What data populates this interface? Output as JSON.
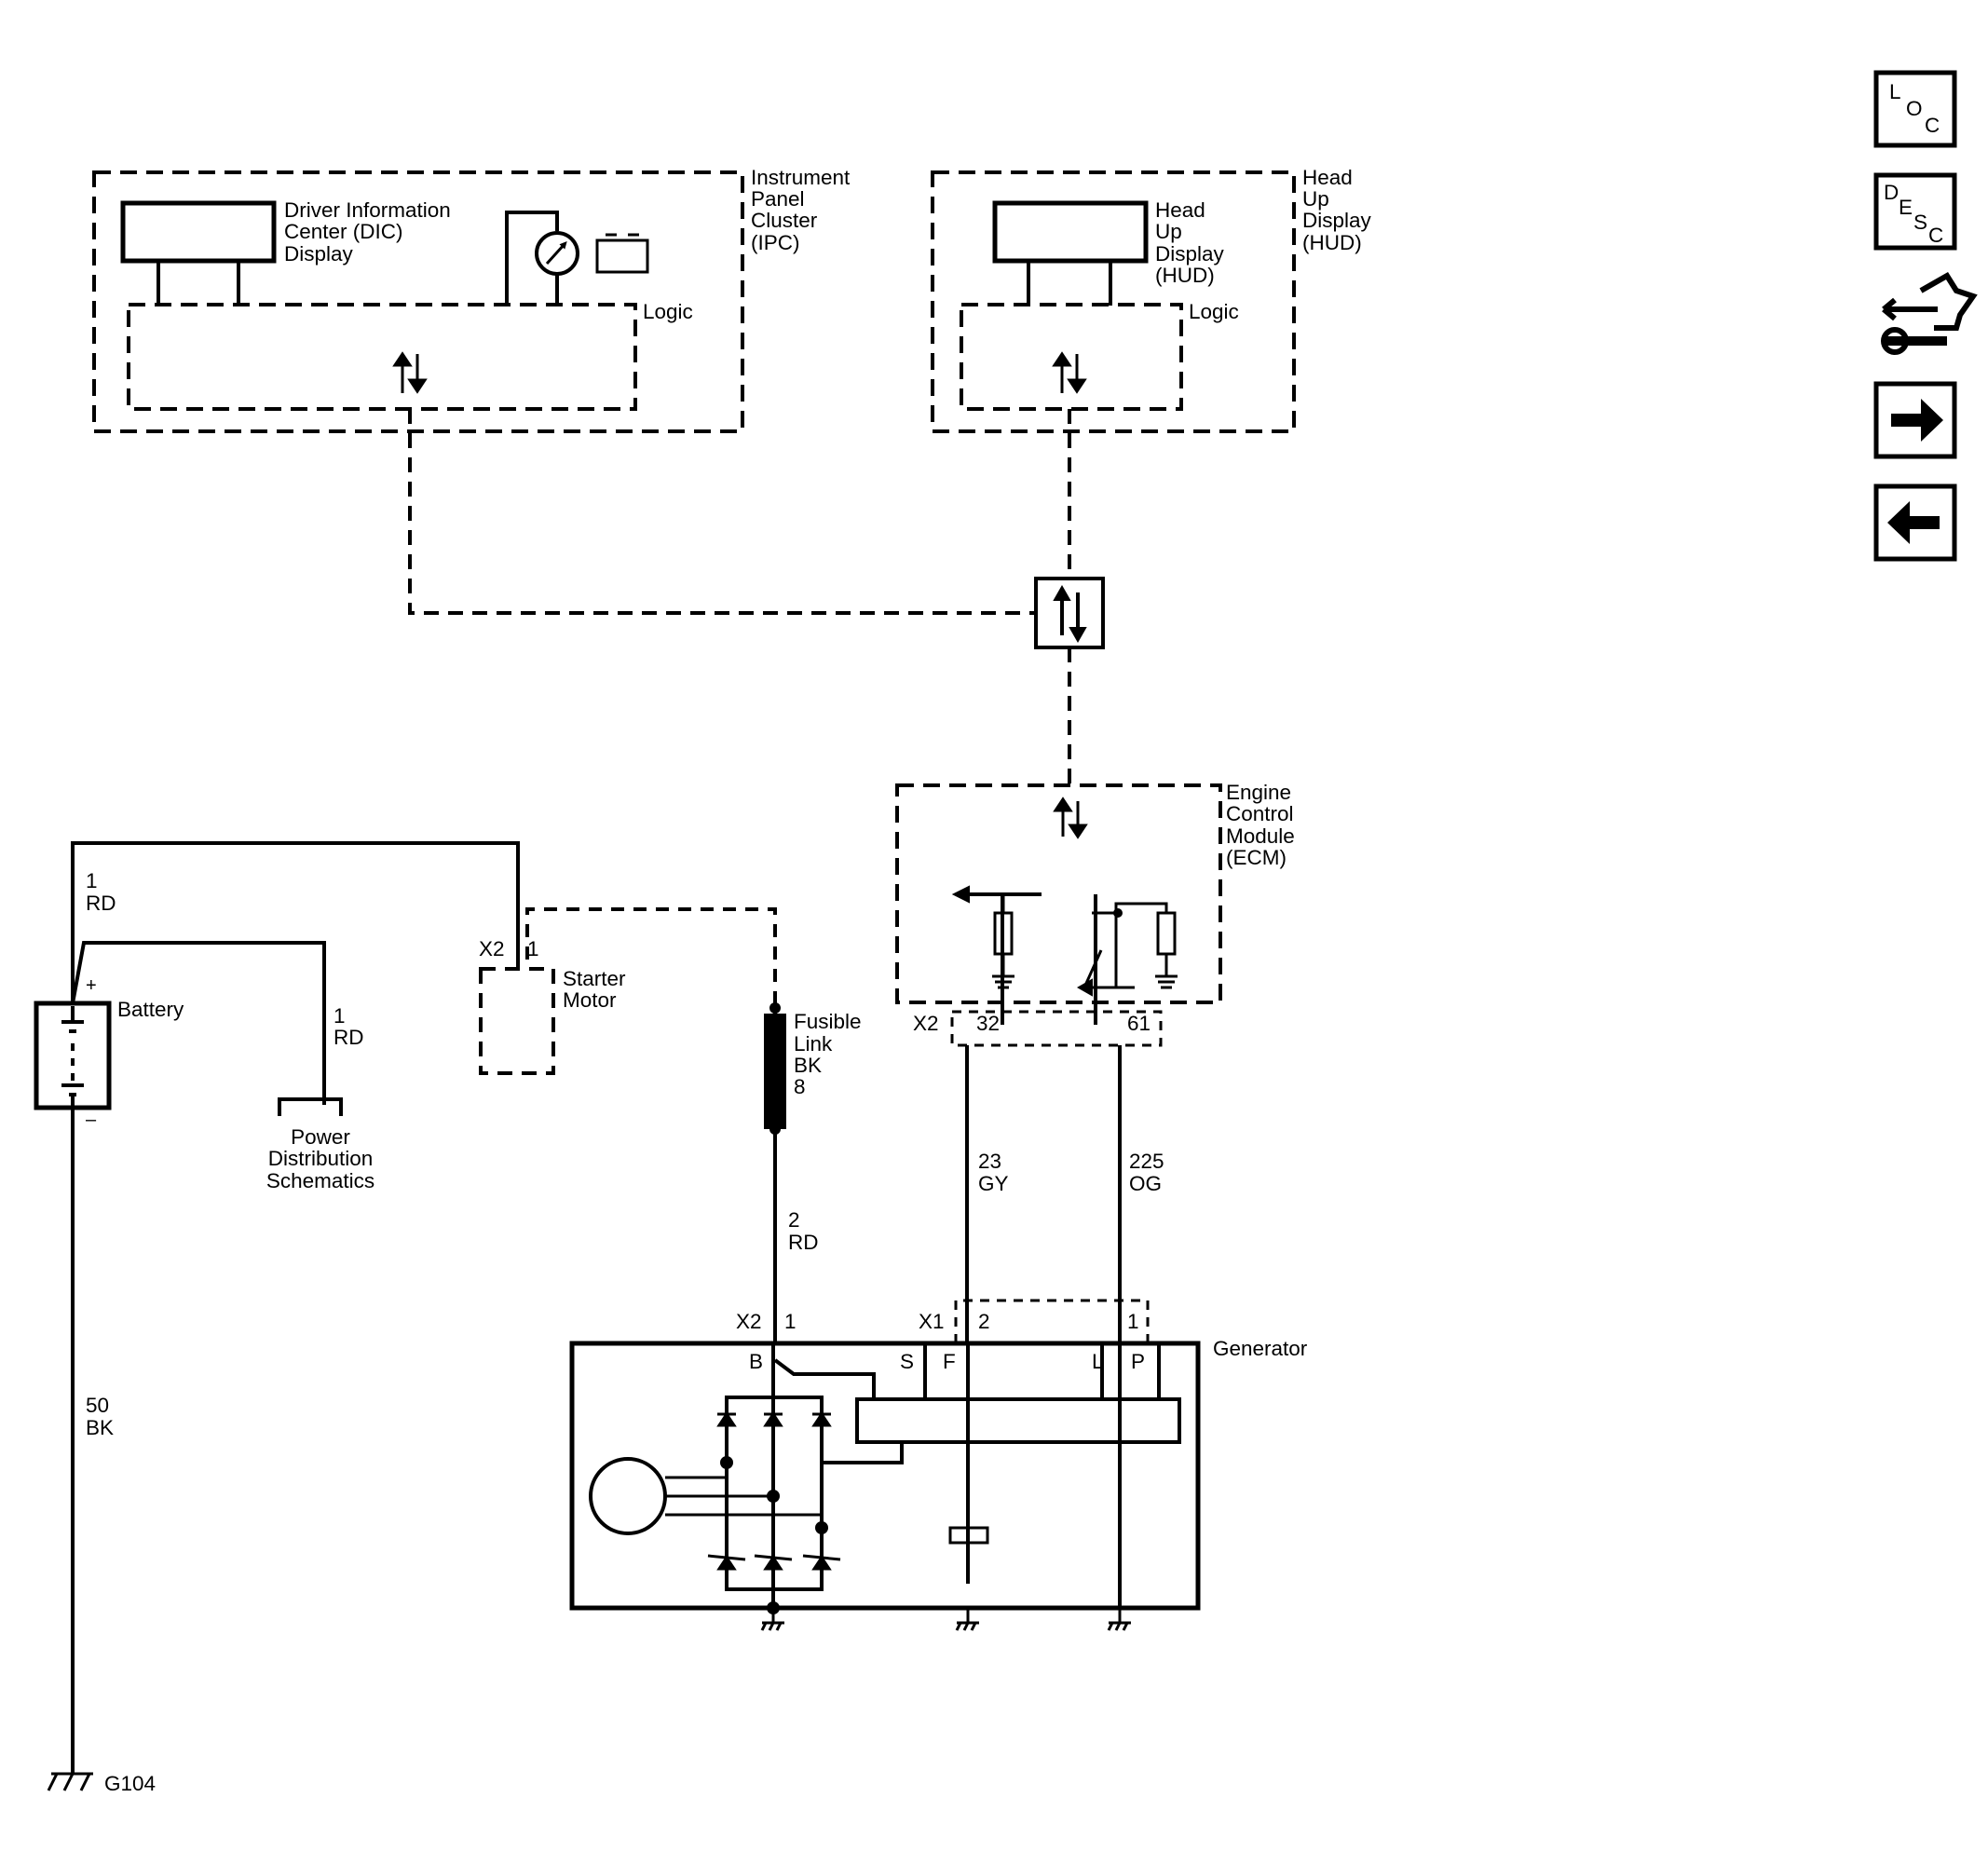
{
  "ipc": {
    "title": [
      "Instrument",
      "Panel",
      "Cluster",
      "(IPC)"
    ],
    "dic_label": [
      "Driver Information",
      "Center (DIC)",
      "Display"
    ],
    "logic": "Logic"
  },
  "hud": {
    "title": [
      "Head",
      "Up",
      "Display",
      "(HUD)"
    ],
    "display_label": [
      "Head",
      "Up",
      "Display",
      "(HUD)"
    ],
    "logic": "Logic"
  },
  "ecm": {
    "title": [
      "Engine",
      "Control",
      "Module",
      "(ECM)"
    ],
    "connector": "X2",
    "pin_a": "32",
    "pin_b": "61"
  },
  "battery": {
    "label": "Battery",
    "plus": "+",
    "minus": "–"
  },
  "wires": {
    "battery_starter": [
      "1",
      "RD"
    ],
    "battery_power": [
      "1",
      "RD"
    ],
    "ground": [
      "50",
      "BK"
    ],
    "fusible_out": [
      "2",
      "RD"
    ],
    "field": [
      "23",
      "GY"
    ],
    "lamp": [
      "225",
      "OG"
    ]
  },
  "power_distribution": [
    "Power",
    "Distribution",
    "Schematics"
  ],
  "starter": {
    "label": [
      "Starter",
      "Motor"
    ],
    "connector": "X2",
    "pin": "1"
  },
  "fusible_link": [
    "Fusible",
    "Link",
    "BK",
    "8"
  ],
  "ground": {
    "label": "G104"
  },
  "generator": {
    "label": "Generator",
    "x2": "X2",
    "x2_pin": "1",
    "x1": "X1",
    "x1_pin_f": "2",
    "x1_pin_l": "1",
    "terminals": [
      "B",
      "S",
      "F",
      "L",
      "P"
    ]
  },
  "nav": {
    "loc": [
      "L",
      "O",
      "C"
    ],
    "desc": [
      "D",
      "E",
      "S",
      "C"
    ],
    "icons": [
      "component-locator-icon",
      "description-icon",
      "diagnostic-tools-icon",
      "next-page-icon",
      "previous-page-icon"
    ]
  }
}
